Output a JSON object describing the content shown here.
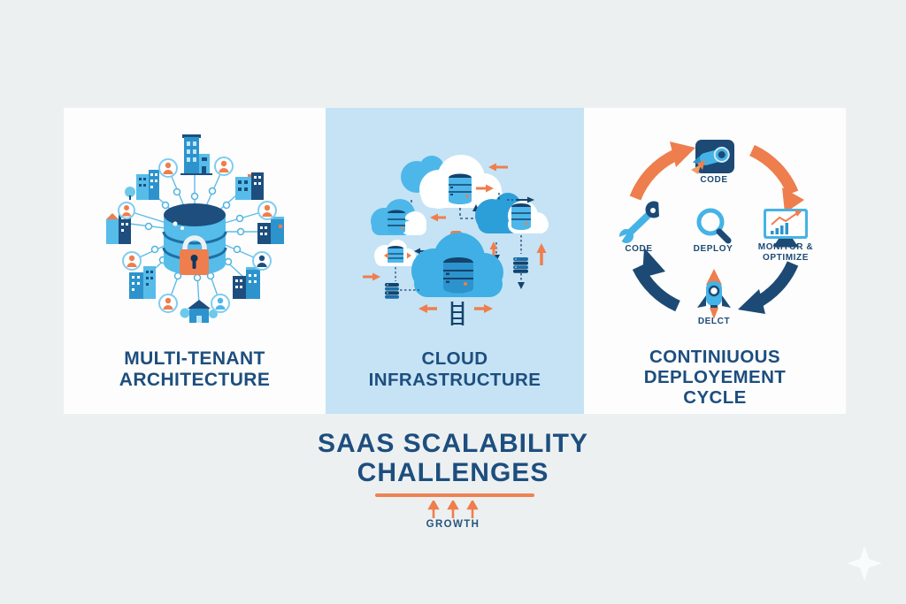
{
  "page": {
    "kind": "infographic",
    "background": "#edf0f1"
  },
  "colors": {
    "page_bg": "#edf0f1",
    "panel_bg": "#fdfdfd",
    "middle_panel_bg": "#c5e3f5",
    "navy_text": "#1d4e7e",
    "dark_navy": "#14436d",
    "blue": "#2d93cc",
    "light_blue": "#56bdea",
    "orange": "#ee7e4d"
  },
  "panels": {
    "multi_tenant": {
      "line1": "MULTI-TENANT",
      "line2": "ARCHITECTURE"
    },
    "cloud_infra": {
      "line1": "CLOUD",
      "line2": "INFRASTRUCTURE"
    },
    "deployment": {
      "line1": "CONTINIUOUS",
      "line2": "DEPLOYEMENT",
      "line3": "CYCLE"
    }
  },
  "cycle": {
    "top": "CODE",
    "left": "CODE",
    "center": "DEPLOY",
    "right_line1": "MONITOR &",
    "right_line2": "OPTIMIZE",
    "bottom": "DELCT"
  },
  "footer": {
    "title_line1": "SAAS SCALABILITY",
    "title_line2": "CHALLENGES",
    "growth": "GROWTH"
  },
  "icons": {
    "left_panel_center": "locked-database-icon",
    "left_panel_ring": [
      "building-icon",
      "user-icon"
    ],
    "middle_panel": [
      "cloud-icon",
      "database-icon",
      "server-stack-icon",
      "ladder-icon",
      "orange-arrow-icon",
      "shield-badge-icon"
    ],
    "right_panel": [
      "rocket-badge-icon",
      "wrench-icon",
      "magnifier-icon",
      "monitor-chart-icon",
      "rocket-icon",
      "cycle-arrow-icon"
    ],
    "footer": "growth-up-arrows-icon",
    "corner": "four-point-star-icon"
  }
}
